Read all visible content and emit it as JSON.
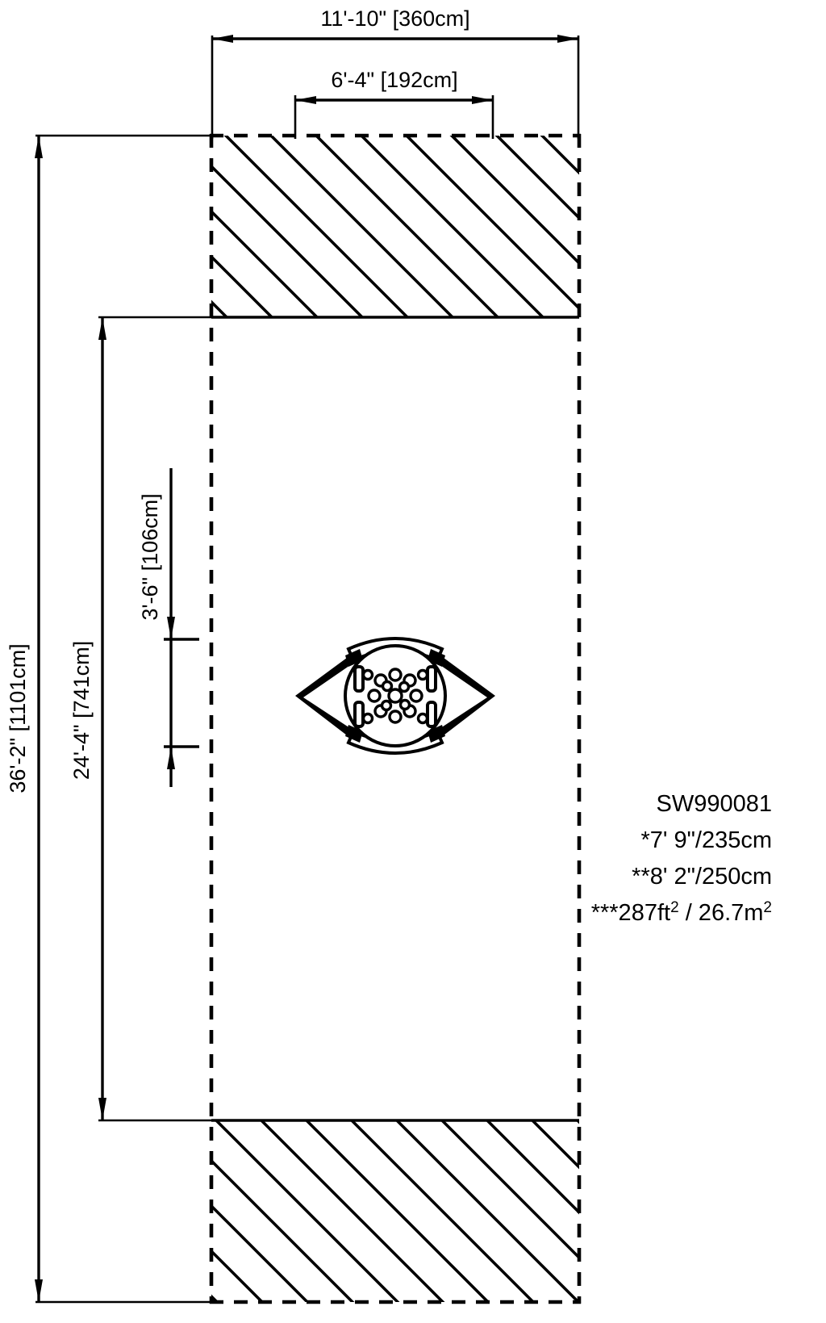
{
  "drawing": {
    "title": "Floor plan dimension drawing",
    "units_note": "imperial with metric in brackets",
    "line_color": "#000000",
    "background_color": "#ffffff"
  },
  "dimensions": {
    "overall_width": {
      "label": "11'-10\" [360cm]",
      "feet_inches": "11'-10\"",
      "metric": "360cm",
      "orientation": "horizontal",
      "position": "top-outer"
    },
    "inner_width": {
      "label": "6'-4\" [192cm]",
      "feet_inches": "6'-4\"",
      "metric": "192cm",
      "orientation": "horizontal",
      "position": "top-inner"
    },
    "overall_length": {
      "label": "36'-2\" [1101cm]",
      "feet_inches": "36'-2\"",
      "metric": "1101cm",
      "orientation": "vertical",
      "position": "left-outer"
    },
    "inner_length": {
      "label": "24'-4\" [741cm]",
      "feet_inches": "24'-4\"",
      "metric": "741cm",
      "orientation": "vertical",
      "position": "left-inner"
    },
    "detail_height": {
      "label": "3'-6\" [106cm]",
      "feet_inches": "3'-6\"",
      "metric": "106cm",
      "orientation": "vertical",
      "position": "left-detail"
    }
  },
  "notes": {
    "model_code": "SW990081",
    "line_1": "*7' 9\"/235cm",
    "line_2": "**8' 2\"/250cm",
    "line_3_prefix": "***287ft",
    "line_3_sup1": "2",
    "line_3_mid": " / 26.7m",
    "line_3_sup2": "2",
    "line_3_full": "***287ft² / 26.7m²"
  },
  "furniture": {
    "type": "round-table-with-four-chairs",
    "name": "center-table-symbol",
    "chair_count": 4,
    "chair_positions": [
      "top",
      "bottom",
      "left",
      "right"
    ]
  },
  "regions": {
    "hatched_top": {
      "name": "hatched-area-top",
      "pattern": "45-degree-diagonal"
    },
    "hatched_bottom": {
      "name": "hatched-area-bottom",
      "pattern": "45-degree-diagonal"
    },
    "open_area": {
      "name": "open-floor-area"
    }
  }
}
